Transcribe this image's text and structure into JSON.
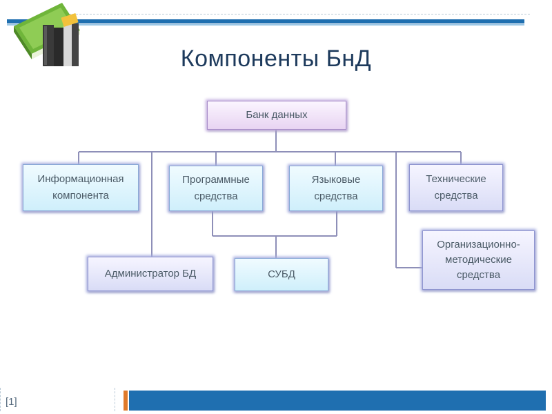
{
  "title": "Компоненты БнД",
  "footnote": "[1]",
  "nodes": {
    "bank": "Банк данных",
    "info": "Информационная\nкомпонента",
    "software": "Программные\nсредства",
    "language": "Языковые\nсредства",
    "technical": "Технические\nсредства",
    "admin": "Администратор БД",
    "dbms": "СУБД",
    "organizational": "Организационно-\nметодические\nсредства"
  },
  "colors": {
    "accent_bar": "#1f6fb0",
    "accent_orange": "#e07a2a",
    "title": "#1d3a5c",
    "connector": "#8e8fb8"
  },
  "icons": {
    "logo": "books-icon"
  }
}
